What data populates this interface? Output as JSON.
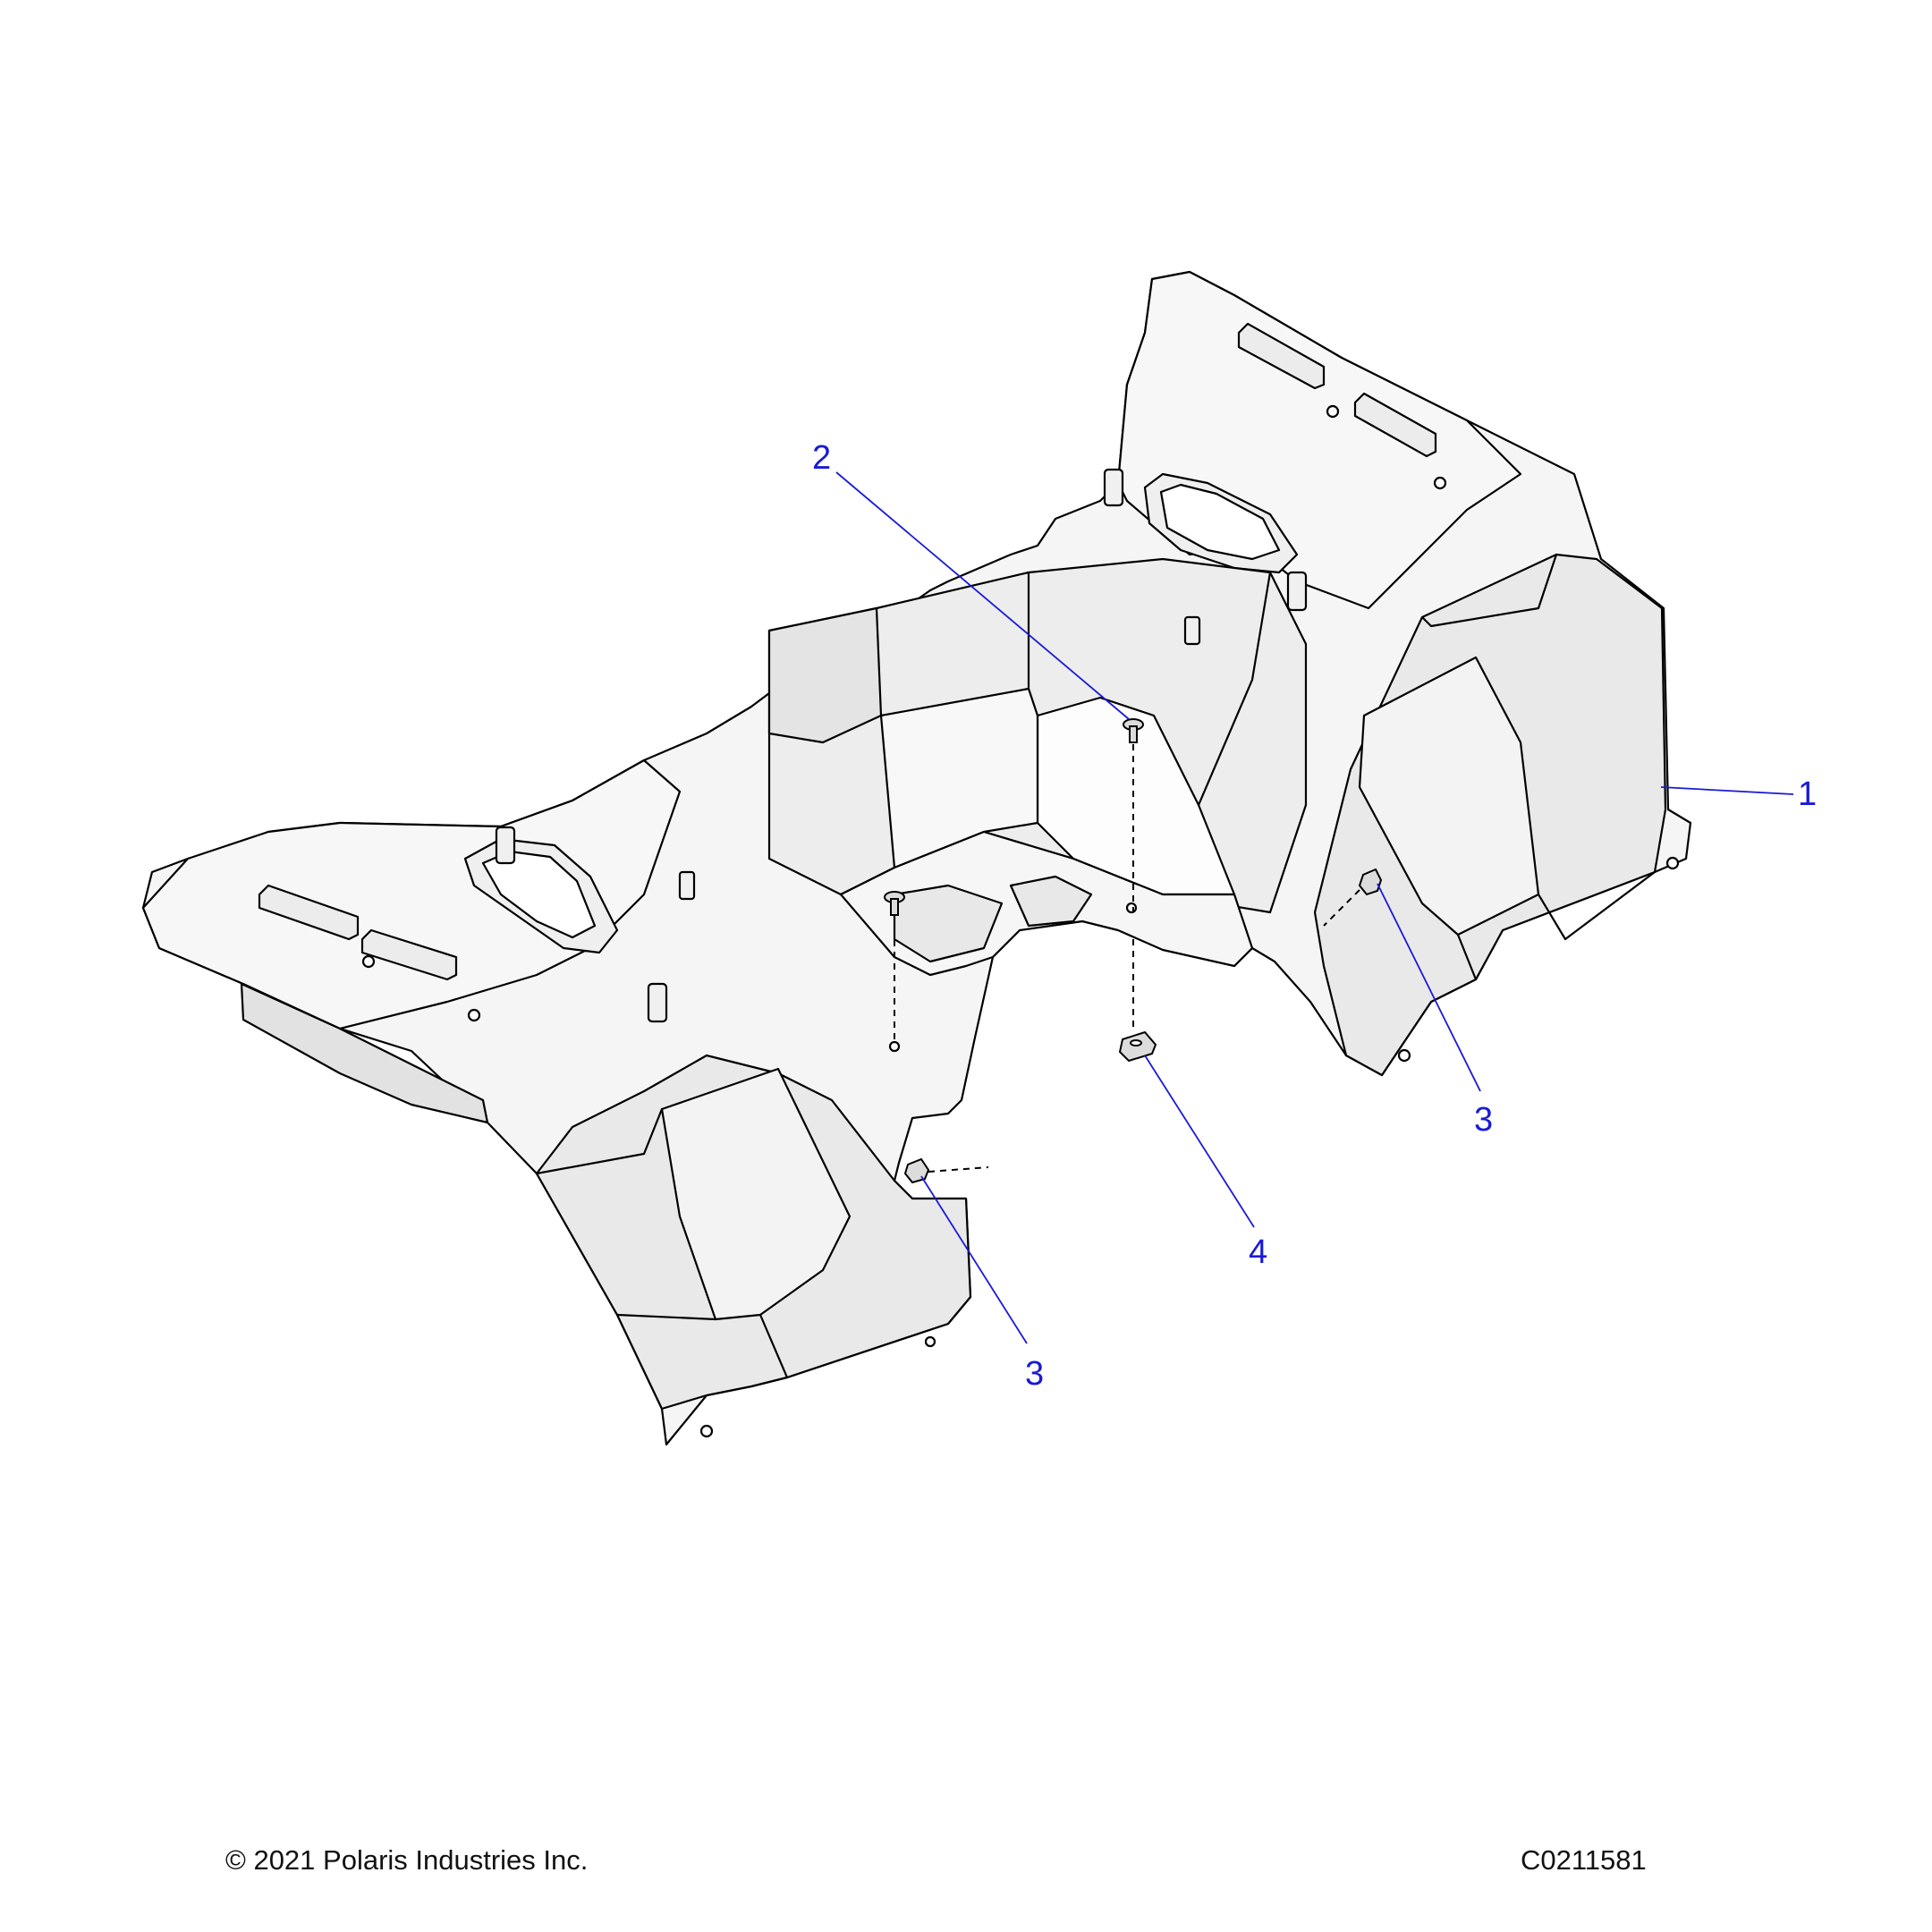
{
  "callouts": [
    {
      "id": "c1",
      "label": "1"
    },
    {
      "id": "c2",
      "label": "2"
    },
    {
      "id": "c3a",
      "label": "3"
    },
    {
      "id": "c3b",
      "label": "3"
    },
    {
      "id": "c4",
      "label": "4"
    }
  ],
  "footer": {
    "copyright": "© 2021 Polaris Industries Inc.",
    "figure_id": "C0211581"
  },
  "colors": {
    "callout": "#1a1ad6",
    "part_fill": "#f4f4f4",
    "part_shade": "#e6e6e6",
    "outline": "#000000"
  }
}
